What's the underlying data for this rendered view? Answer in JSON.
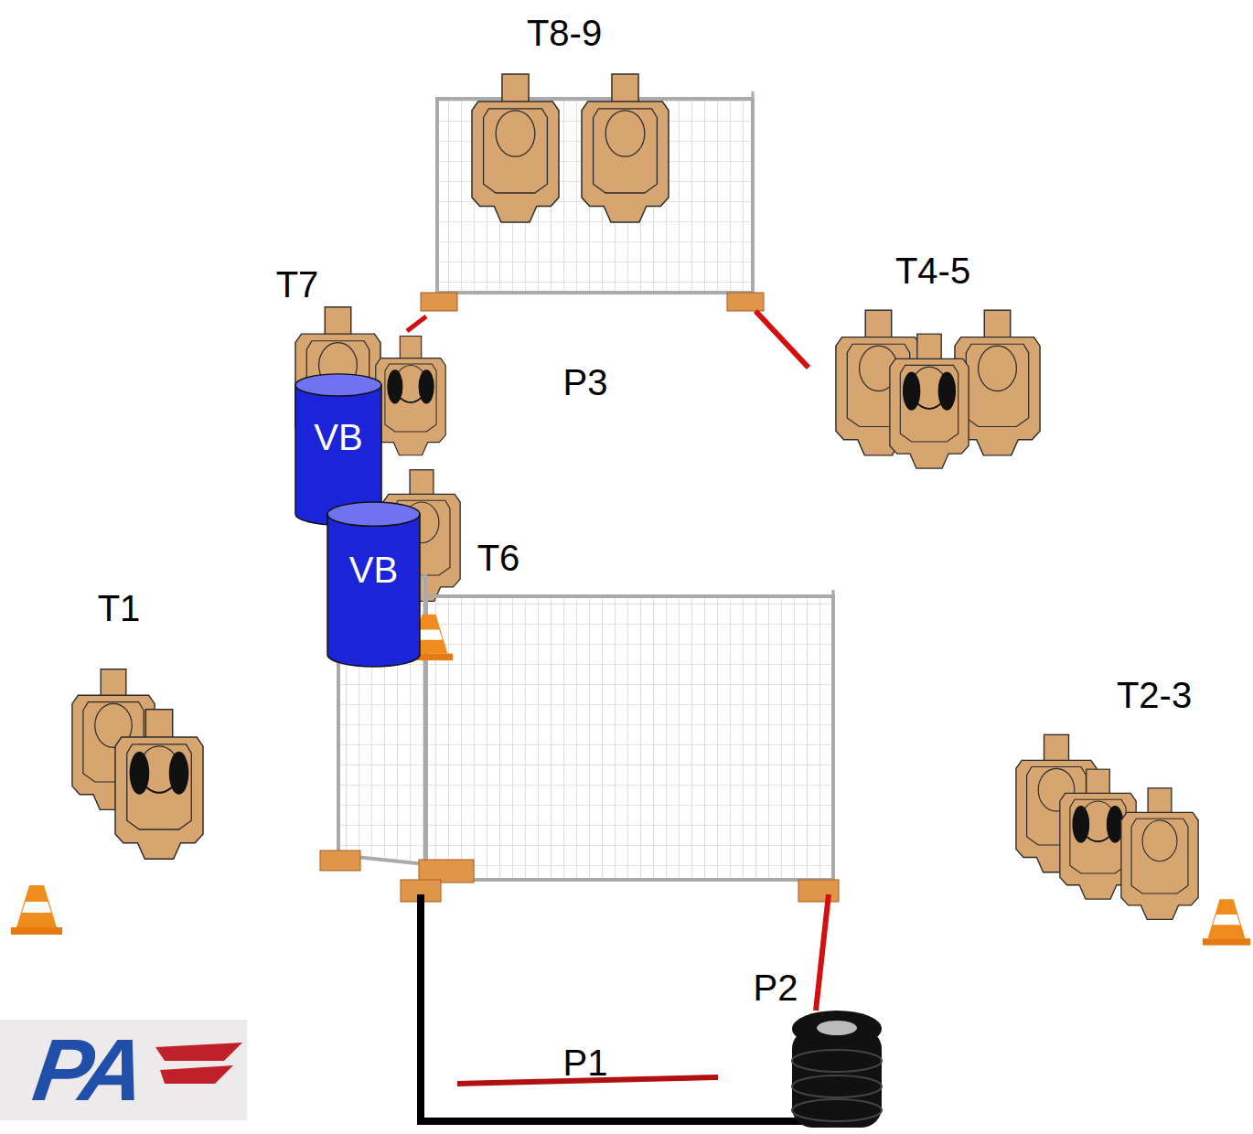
{
  "diagram": {
    "nodes": [
      {
        "text": [
          "VB"
        ]
      },
      {
        "text": [
          "VB"
        ]
      }
    ],
    "labels": [
      "T8-9",
      "T7",
      "P3",
      "T4-5",
      "T6",
      "T1",
      "T2-3",
      "P2",
      "P1",
      "PA"
    ]
  }
}
